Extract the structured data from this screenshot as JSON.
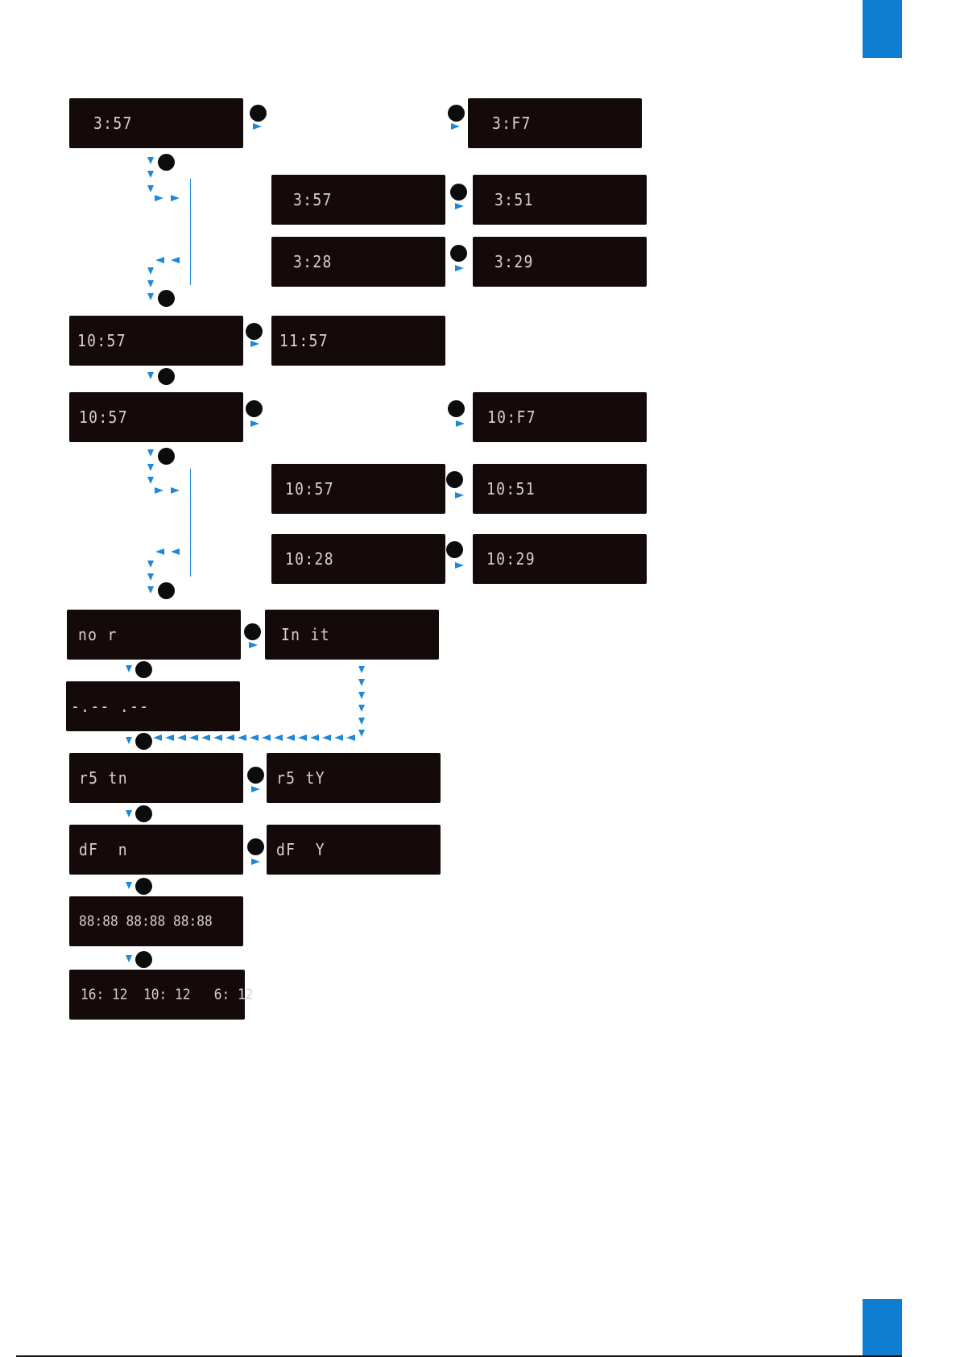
{
  "colors": {
    "accent": "#0f7ed1",
    "display_bg": "#140a0a",
    "display_text": "#d9cfcf"
  },
  "icons": {
    "step_marker": "black-circle-icon",
    "arrow": "blue-triangle-arrow-icon"
  },
  "displays": {
    "min_hour_blink": "3:57",
    "min_hour_f": "3:F7",
    "min_digit_a": "3:57",
    "min_digit_b": "3:51",
    "min_tens_a": "3:28",
    "min_tens_b": "3:29",
    "hour_a": "10:57",
    "hour_b": "11:57",
    "min2_blink": "10:57",
    "min2_f": "10:F7",
    "min2_digit_a": "10:57",
    "min2_digit_b": "10:51",
    "min2_tens_a": "10:28",
    "min2_tens_b": "10:29",
    "mode_nor": "no r",
    "mode_init": "In it",
    "dashes": "-.-- .--",
    "rst_n": "r5 tn",
    "rst_y": "r5 tY",
    "df_n": "dF  n",
    "df_y": "dF  Y",
    "all_segments": "88:88 88:88 88:88",
    "final_times": "16: 12  10: 12   6: 12"
  }
}
